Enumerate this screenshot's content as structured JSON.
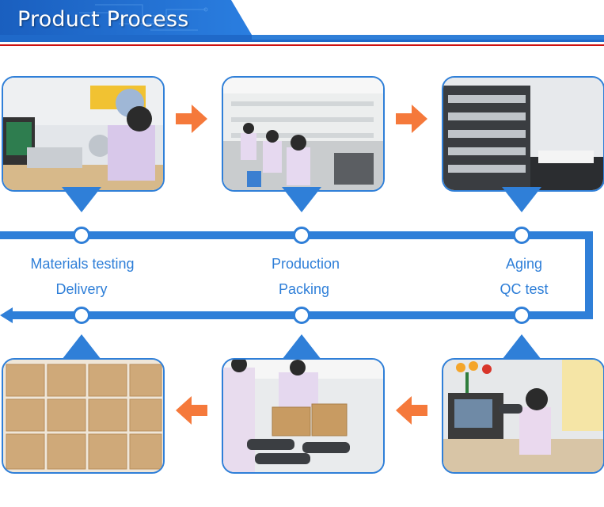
{
  "header": {
    "title": "Product Process",
    "colors": {
      "band": "#1f69c9",
      "line": "#2f7fd8",
      "accent": "#cc1111"
    }
  },
  "steps": [
    {
      "label": "Materials testing",
      "row": "top",
      "order": 1
    },
    {
      "label": "Production",
      "row": "top",
      "order": 2
    },
    {
      "label": "Aging",
      "row": "top",
      "order": 3
    },
    {
      "label": "QC test",
      "row": "bottom",
      "order": 4
    },
    {
      "label": "Packing",
      "row": "bottom",
      "order": 5
    },
    {
      "label": "Delivery",
      "row": "bottom",
      "order": 6
    }
  ],
  "icons": {
    "flow_arrow": "orange-arrow-icon"
  },
  "colors": {
    "flow_line": "#2f7fd8",
    "arrow": "#f5793b",
    "label": "#2f7fd8"
  }
}
